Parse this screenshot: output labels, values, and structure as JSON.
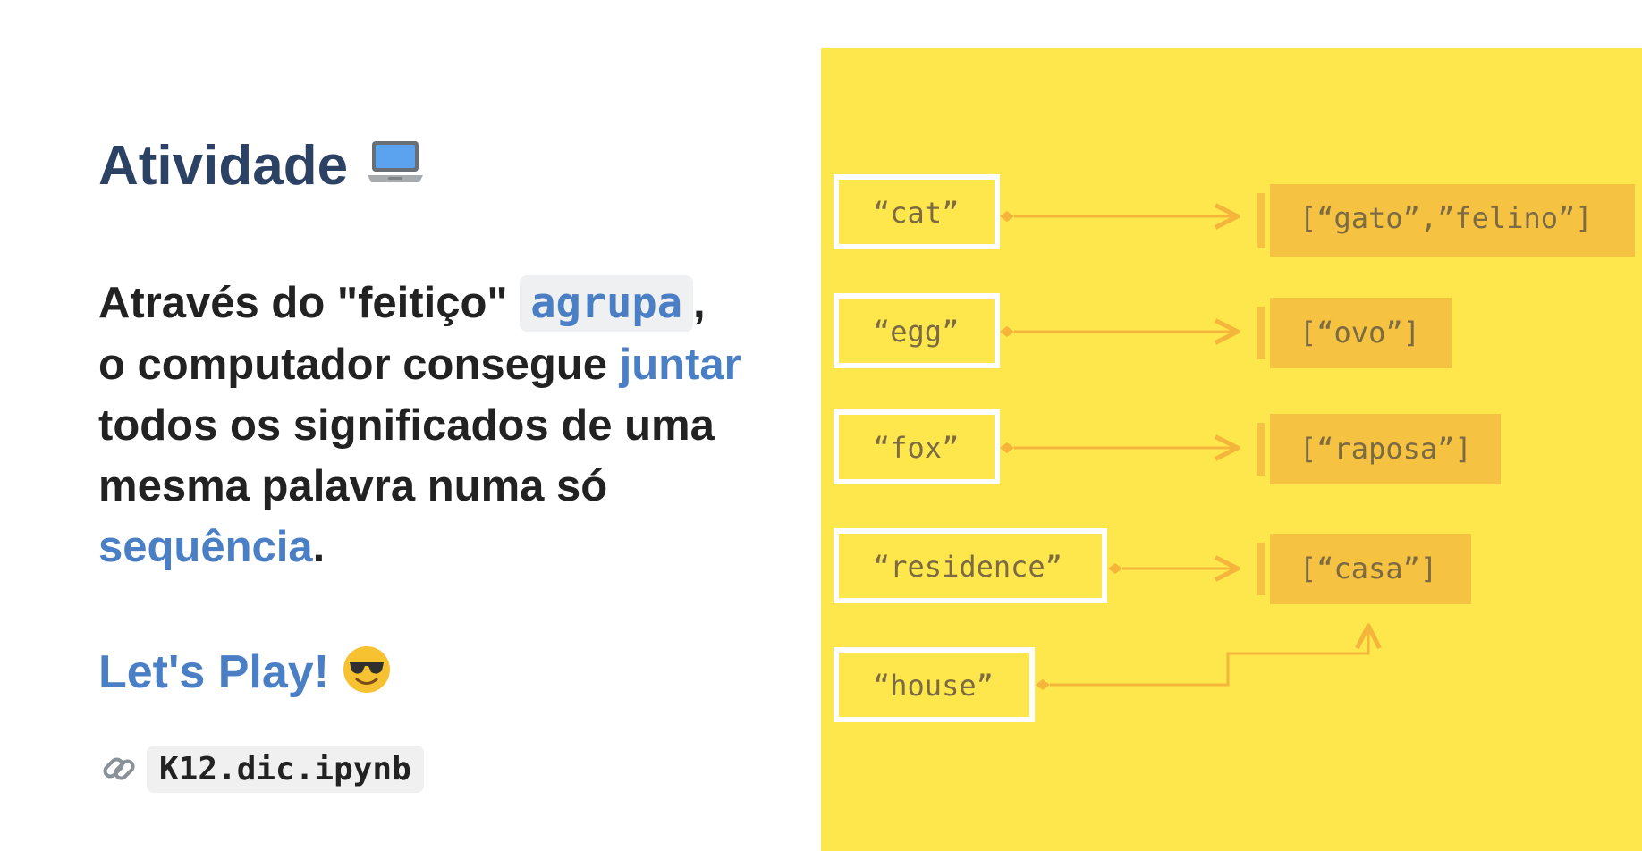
{
  "heading": {
    "title": "Atividade"
  },
  "paragraph": {
    "part1": "Através do \"feitiço\" ",
    "code_word": "agrupa",
    "part2": ", o computador consegue ",
    "highlight1": "juntar",
    "part3": " todos os significados de uma mesma palavra numa só ",
    "highlight2": "sequência",
    "part4": "."
  },
  "cta": {
    "label": "Let's Play!"
  },
  "file": {
    "name": "K12.dic.ipynb"
  },
  "diagram": {
    "keys": [
      {
        "text": "“cat”"
      },
      {
        "text": "“egg”"
      },
      {
        "text": "“fox”"
      },
      {
        "text": "“residence”"
      },
      {
        "text": "“house”"
      }
    ],
    "values": [
      {
        "text": "[“gato”,”felino”]"
      },
      {
        "text": "[“ovo”]"
      },
      {
        "text": "[“raposa”]"
      },
      {
        "text": "[“casa”]"
      }
    ]
  },
  "colors": {
    "title": "#2c4265",
    "accent": "#4a7fc6",
    "diagram_background": "#fde74c",
    "value_block": "#f5c242",
    "arrow": "#f5b43a",
    "text_dark": "#222222",
    "code_background": "#eef0f2"
  },
  "icons": {
    "title_icon": "laptop-icon",
    "cta_icon": "sunglasses-smiley-icon",
    "file_icon": "chain-link-icon"
  }
}
